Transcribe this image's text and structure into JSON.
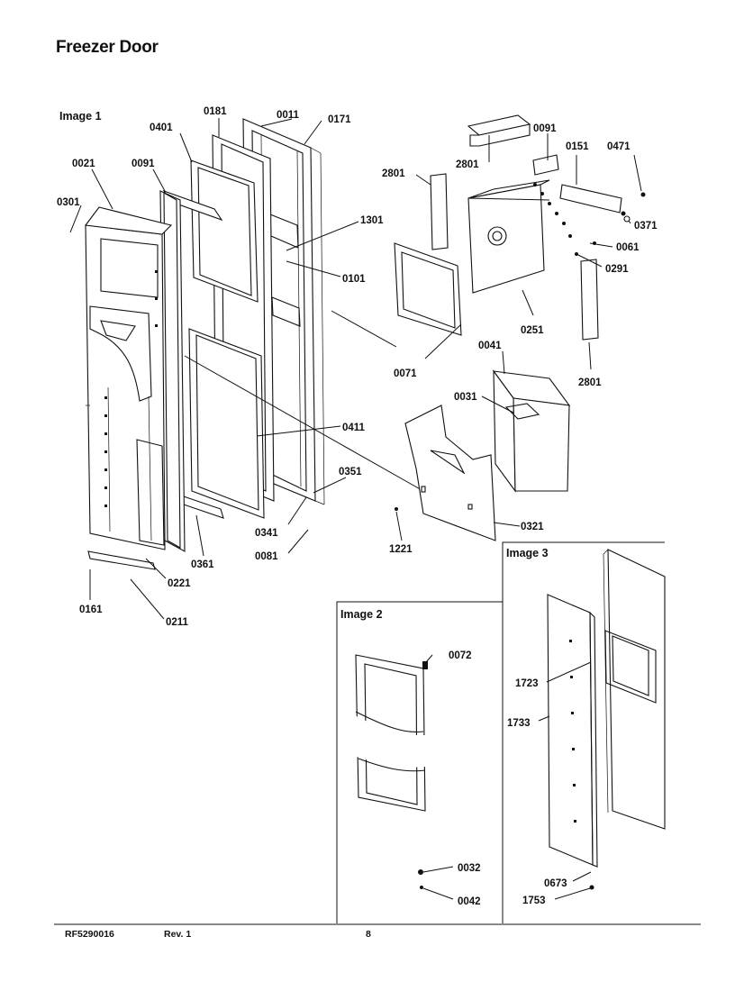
{
  "title": "Freezer Door",
  "image_labels": {
    "image1": "Image 1",
    "image2": "Image 2",
    "image3": "Image 3"
  },
  "callouts": {
    "image1": [
      "0011",
      "0171",
      "0181",
      "0401",
      "0021",
      "0091",
      "0301",
      "1301",
      "0101",
      "0411",
      "0351",
      "0341",
      "0081",
      "0361",
      "0221",
      "0161",
      "0211"
    ],
    "image1_right": [
      "0091",
      "0151",
      "0471",
      "2801",
      "2801",
      "0371",
      "0061",
      "0291",
      "0251",
      "2801",
      "0071",
      "0041",
      "0031",
      "0321",
      "1221"
    ],
    "image2": [
      "0072",
      "0032",
      "0042"
    ],
    "image3": [
      "1723",
      "1733",
      "0673",
      "1753"
    ]
  },
  "footer": {
    "doc_number": "RF5290016",
    "revision": "Rev. 1",
    "page": "8"
  }
}
